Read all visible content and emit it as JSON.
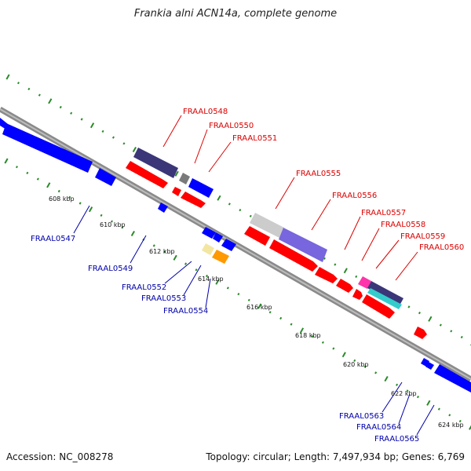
{
  "title": "Frankia alni ACN14a, complete genome",
  "footer": {
    "accession": "Accession: NC_008278",
    "summary": "Topology: circular; Length: 7,497,934 bp; Genes: 6,769"
  },
  "colors": {
    "backbone": "#8a8a8a",
    "tick": "#2a8a2a",
    "forward_label": "#dd0000",
    "reverse_label": "#0000aa",
    "cds_forward": "#ff0000",
    "cds_reverse": "#0000ff"
  },
  "scale_labels": [
    "608 kbp",
    "610 kbp",
    "612 kbp",
    "614 kbp",
    "616 kbp",
    "618 kbp",
    "620 kbp",
    "622 kbp",
    "624 kbp"
  ],
  "gene_labels_forward": [
    "FRAAL0548",
    "FRAAL0550",
    "FRAAL0551",
    "FRAAL0555",
    "FRAAL0556",
    "FRAAL0557",
    "FRAAL0558",
    "FRAAL0559",
    "FRAAL0560"
  ],
  "gene_labels_reverse": [
    "FRAAL0547",
    "FRAAL0549",
    "FRAAL0552",
    "FRAAL0553",
    "FRAAL0554",
    "FRAAL0563",
    "FRAAL0564",
    "FRAAL0565"
  ]
}
